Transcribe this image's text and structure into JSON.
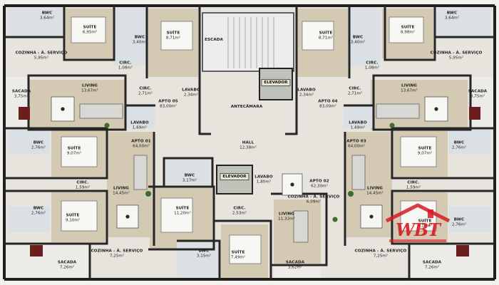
{
  "rooms": [
    {
      "id": "bwc-tl",
      "name": "BWC",
      "area": "3,64m²"
    },
    {
      "id": "suite-tl",
      "name": "SUÍTE",
      "area": "6,95m²"
    },
    {
      "id": "bwc-t1",
      "name": "BWC",
      "area": "3,40m²"
    },
    {
      "id": "suite-t1",
      "name": "SUÍTE",
      "area": "8,71m²"
    },
    {
      "id": "escada",
      "name": "ESCADA",
      "area": ""
    },
    {
      "id": "suite-t2",
      "name": "SUÍTE",
      "area": "8,71m²"
    },
    {
      "id": "bwc-t2",
      "name": "BWC",
      "area": "3,40m²"
    },
    {
      "id": "suite-tr",
      "name": "SUÍTE",
      "area": "8,98m²"
    },
    {
      "id": "bwc-tr",
      "name": "BWC",
      "area": "3,64m²"
    },
    {
      "id": "cozinha-l",
      "name": "COZINHA - Á. SERVIÇO",
      "area": "5,95m²"
    },
    {
      "id": "circ-l1",
      "name": "CIRC.",
      "area": "1,08m²"
    },
    {
      "id": "circ-r1",
      "name": "CIRC.",
      "area": "1,08m²"
    },
    {
      "id": "cozinha-r",
      "name": "COZINHA - Á. SERVIÇO",
      "area": "5,95m²"
    },
    {
      "id": "sacada-l",
      "name": "SACADA",
      "area": "3,75m²"
    },
    {
      "id": "living-l",
      "name": "LIVING",
      "area": "13,67m²"
    },
    {
      "id": "circ-l2",
      "name": "CIRC.",
      "area": "2,71m²"
    },
    {
      "id": "lavabo-l",
      "name": "LAVABO",
      "area": "2,34m²"
    },
    {
      "id": "lavabo-r",
      "name": "LAVABO",
      "area": "2,34m²"
    },
    {
      "id": "circ-r2",
      "name": "CIRC.",
      "area": "2,71m²"
    },
    {
      "id": "living-r",
      "name": "LIVING",
      "area": "13,67m²"
    },
    {
      "id": "sacada-r",
      "name": "SACADA",
      "area": "3,75m²"
    },
    {
      "id": "antecamara",
      "name": "ANTECÂMARA",
      "area": ""
    },
    {
      "id": "lavabo-l2",
      "name": "LAVABO",
      "area": "1,69m²"
    },
    {
      "id": "lavabo-r2",
      "name": "LAVABO",
      "area": "1,69m²"
    },
    {
      "id": "bwc-l2",
      "name": "BWC",
      "area": "2,76m²"
    },
    {
      "id": "suite-l2",
      "name": "SUÍTE",
      "area": "9,07m²"
    },
    {
      "id": "hall",
      "name": "HALL",
      "area": "12,38m²"
    },
    {
      "id": "suite-r2",
      "name": "SUÍTE",
      "area": "9,07m²"
    },
    {
      "id": "bwc-r2",
      "name": "BWC",
      "area": "2,76m²"
    },
    {
      "id": "bwc-c",
      "name": "BWC",
      "area": "3,17m²"
    },
    {
      "id": "lavabo-c",
      "name": "LAVABO",
      "area": "1,80m²"
    },
    {
      "id": "circ-l3",
      "name": "CIRC.",
      "area": "1,59m²"
    },
    {
      "id": "living-l3",
      "name": "LIVING",
      "area": "14,45m²"
    },
    {
      "id": "living-r3",
      "name": "LIVING",
      "area": "14,45m²"
    },
    {
      "id": "circ-r3",
      "name": "CIRC.",
      "area": "1,59m²"
    },
    {
      "id": "cozinha-c",
      "name": "COZINHA - Á. SERVIÇO",
      "area": "6,09m²"
    },
    {
      "id": "suite-c1",
      "name": "SUÍTE",
      "area": "11,20m²"
    },
    {
      "id": "circ-c",
      "name": "CIRC.",
      "area": "2,53m²"
    },
    {
      "id": "living-c",
      "name": "LIVING",
      "area": "11,32m²"
    },
    {
      "id": "bwc-l4",
      "name": "BWC",
      "area": "2,76m²"
    },
    {
      "id": "suite-l4",
      "name": "SUÍTE",
      "area": "9,10m²"
    },
    {
      "id": "suite-r4",
      "name": "SUÍTE",
      "area": "9,10m²"
    },
    {
      "id": "bwc-r4",
      "name": "BWC",
      "area": "2,76m²"
    },
    {
      "id": "cozinha-l5",
      "name": "COZINHA - Á. SERVIÇO",
      "area": "7,25m²"
    },
    {
      "id": "bwc-c5",
      "name": "BWC",
      "area": "3,15m²"
    },
    {
      "id": "suite-c5",
      "name": "SUÍTE",
      "area": "7,49m²"
    },
    {
      "id": "sacada-c5",
      "name": "SACADA",
      "area": "3,62m²"
    },
    {
      "id": "cozinha-r5",
      "name": "COZINHA - Á. SERVIÇO",
      "area": "7,25m²"
    },
    {
      "id": "sacada-l6",
      "name": "SACADA",
      "area": "7,26m²"
    },
    {
      "id": "sacada-r6",
      "name": "SACADA",
      "area": "7,26m²"
    }
  ],
  "apartments": [
    {
      "id": "apto05",
      "name": "APTO 05",
      "area": "83,00m²"
    },
    {
      "id": "apto04",
      "name": "APTO 04",
      "area": "83,00m²"
    },
    {
      "id": "apto01",
      "name": "APTO 01",
      "area": "64,00m²"
    },
    {
      "id": "apto03",
      "name": "APTO 03",
      "area": "64,00m²"
    },
    {
      "id": "apto02",
      "name": "APTO 02",
      "area": "62,30m²"
    }
  ],
  "tags": {
    "elevador_top": "ELEVADOR",
    "elevador_mid": "ELEVADOR"
  },
  "logo": {
    "text": "WBT",
    "color": "#d61a22"
  },
  "colors": {
    "wall": "#1f1f1f",
    "floor_wood": "#cfc3ad",
    "floor_tile": "#e6e4df",
    "wet_area": "#d9dee2",
    "outside": "#fbfbf9"
  }
}
